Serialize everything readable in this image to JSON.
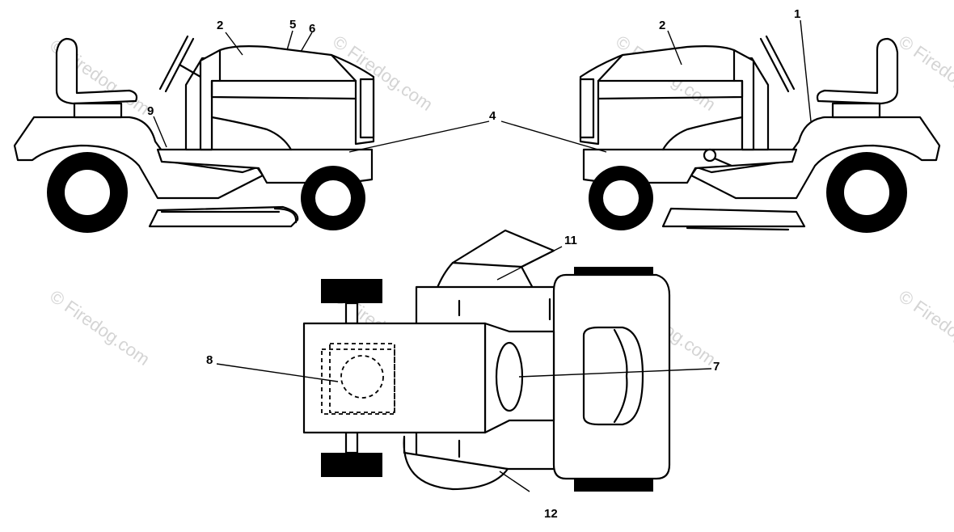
{
  "watermark": "© Firedog.com",
  "callouts": {
    "c1": "1",
    "c2_left": "2",
    "c2_right": "2",
    "c4": "4",
    "c5": "5",
    "c6": "6",
    "c7": "7",
    "c8": "8",
    "c9": "9",
    "c11": "11",
    "c12": "12"
  }
}
